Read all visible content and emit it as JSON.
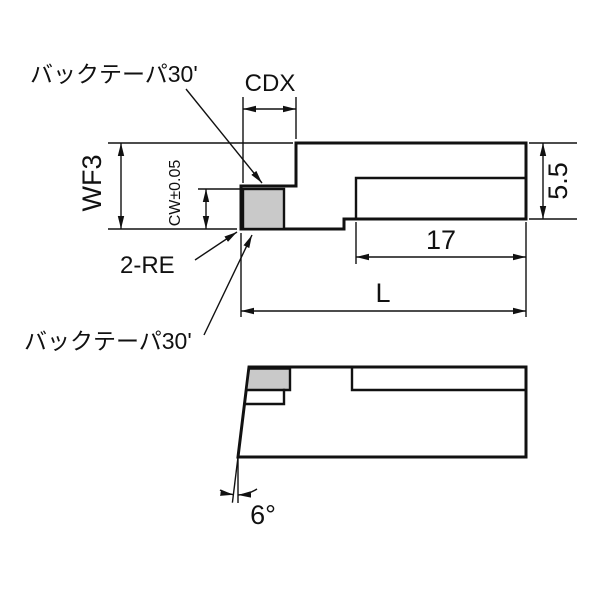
{
  "drawing": {
    "labels": {
      "back_taper_top": "バックテーパ30'",
      "cdx": "CDX",
      "wf3": "WF3",
      "cw_tolerance": "CW±0.05",
      "shank_height": "5.5",
      "notch_length": "17",
      "overall_length": "L",
      "corner_radius": "2-RE",
      "back_taper_bottom": "バックテーパ30'",
      "cutting_angle": "6°"
    },
    "colors": {
      "line": "#111111",
      "insert_fill": "#c9c9c9",
      "background": "#ffffff"
    }
  }
}
